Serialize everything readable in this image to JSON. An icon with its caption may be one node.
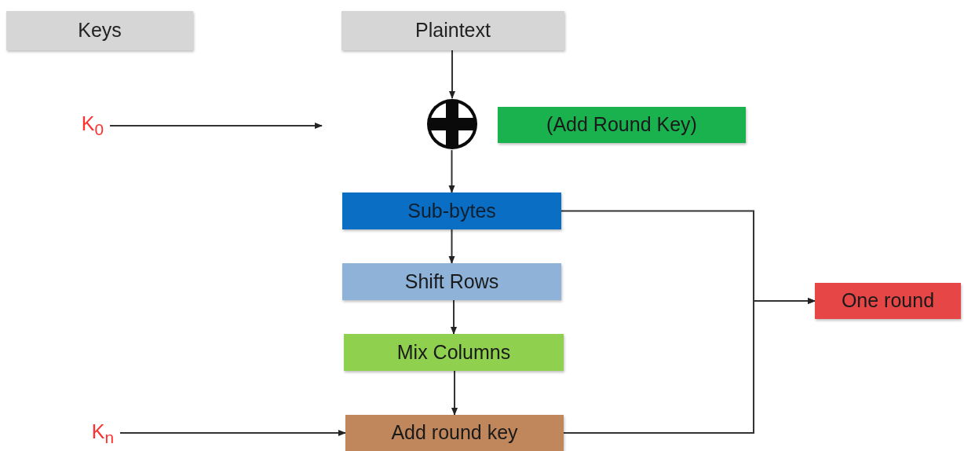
{
  "diagram": {
    "nodes": [
      {
        "text": [
          "Keys"
        ]
      },
      {
        "text": [
          "Plaintext"
        ]
      },
      {
        "text": [
          "K$_{0}$"
        ]
      },
      {
        "text": [],
        "shape": "circle"
      },
      {
        "text": [
          "(Add Round Key)"
        ]
      },
      {
        "text": [
          "Sub-bytes"
        ]
      },
      {
        "text": [
          "Shift Rows"
        ]
      },
      {
        "text": [
          "Mix Columns"
        ]
      },
      {
        "text": [
          "K$_{n}$"
        ]
      },
      {
        "text": [
          "Add round key"
        ]
      },
      {
        "text": [
          "One round"
        ]
      }
    ],
    "edges": [
      {
        "from": 1,
        "to": 3,
        "arrow": "to"
      },
      {
        "from": 2,
        "to": null,
        "arrow": "to"
      },
      {
        "from": 3,
        "to": 5,
        "arrow": "to"
      },
      {
        "from": 5,
        "to": 6,
        "arrow": "to"
      },
      {
        "from": 6,
        "to": 7,
        "arrow": "to"
      },
      {
        "from": 7,
        "to": 9,
        "arrow": "to"
      },
      {
        "from": 8,
        "to": 9,
        "arrow": "to"
      },
      {
        "from": 5,
        "to": 10,
        "arrow": "to"
      },
      {
        "from": 9,
        "to": 10,
        "arrow": "to"
      }
    ]
  }
}
